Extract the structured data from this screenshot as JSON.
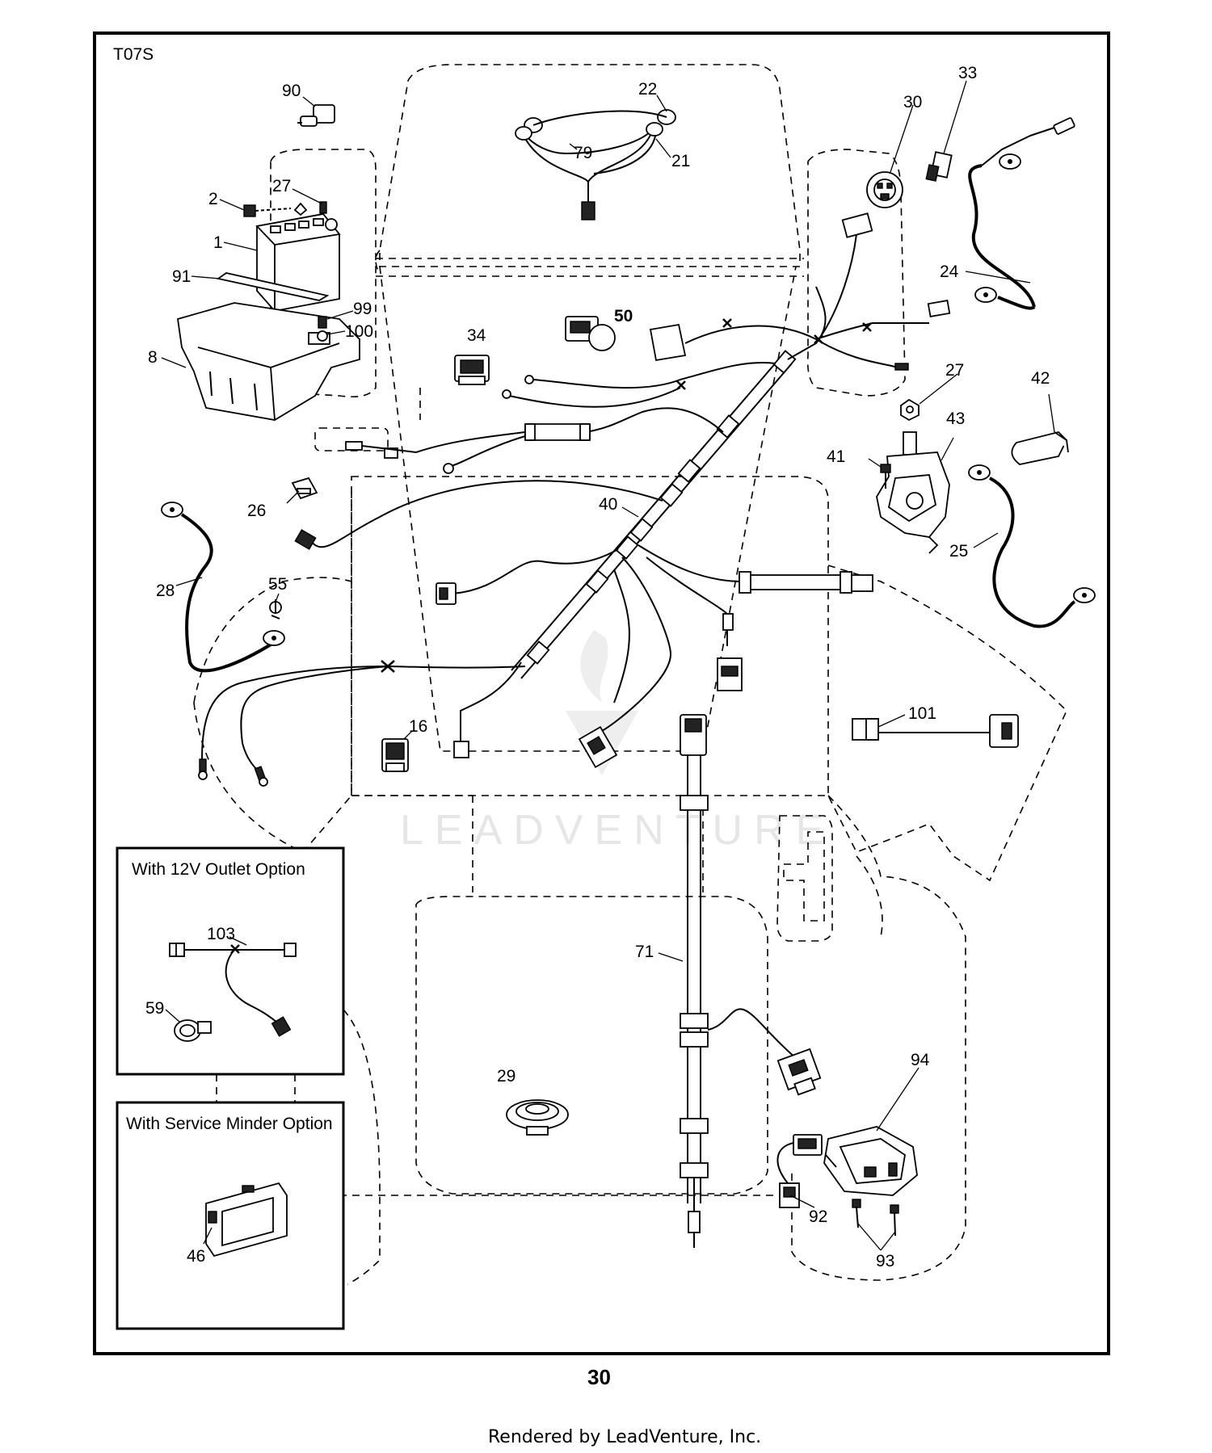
{
  "diagram_code": "T07S",
  "page_number": "30",
  "footer": "Rendered by LeadVenture, Inc.",
  "watermark": "LEADVENTURE",
  "insets": {
    "outlet": {
      "title": "With 12V Outlet Option"
    },
    "minder": {
      "title": "With Service Minder Option"
    }
  },
  "callouts": [
    {
      "id": "c90",
      "label": "90"
    },
    {
      "id": "c22",
      "label": "22"
    },
    {
      "id": "c79",
      "label": "79"
    },
    {
      "id": "c21",
      "label": "21"
    },
    {
      "id": "c30",
      "label": "30"
    },
    {
      "id": "c33",
      "label": "33"
    },
    {
      "id": "c27a",
      "label": "27"
    },
    {
      "id": "c2",
      "label": "2"
    },
    {
      "id": "c1",
      "label": "1"
    },
    {
      "id": "c91",
      "label": "91"
    },
    {
      "id": "c99",
      "label": "99"
    },
    {
      "id": "c100",
      "label": "100"
    },
    {
      "id": "c8",
      "label": "8"
    },
    {
      "id": "c34",
      "label": "34"
    },
    {
      "id": "c50",
      "label": "50"
    },
    {
      "id": "c24",
      "label": "24"
    },
    {
      "id": "c27b",
      "label": "27"
    },
    {
      "id": "c42",
      "label": "42"
    },
    {
      "id": "c43",
      "label": "43"
    },
    {
      "id": "c41",
      "label": "41"
    },
    {
      "id": "c26",
      "label": "26"
    },
    {
      "id": "c40",
      "label": "40"
    },
    {
      "id": "c25",
      "label": "25"
    },
    {
      "id": "c28",
      "label": "28"
    },
    {
      "id": "c55",
      "label": "55"
    },
    {
      "id": "c16",
      "label": "16"
    },
    {
      "id": "c101",
      "label": "101"
    },
    {
      "id": "c103",
      "label": "103"
    },
    {
      "id": "c59",
      "label": "59"
    },
    {
      "id": "c71",
      "label": "71"
    },
    {
      "id": "c29",
      "label": "29"
    },
    {
      "id": "c94",
      "label": "94"
    },
    {
      "id": "c92",
      "label": "92"
    },
    {
      "id": "c93",
      "label": "93"
    },
    {
      "id": "c46",
      "label": "46"
    }
  ]
}
